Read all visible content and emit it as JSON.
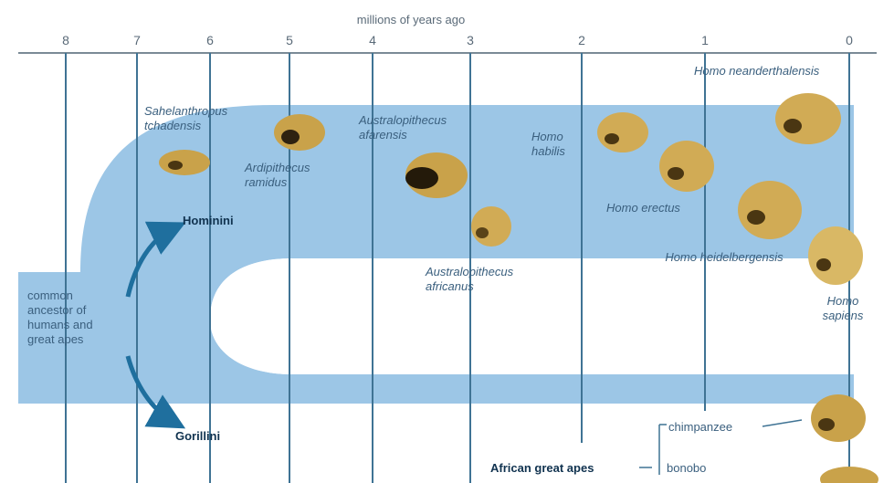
{
  "axis": {
    "title": "millions of years ago",
    "ticks": [
      "8",
      "7",
      "6",
      "5",
      "4",
      "3",
      "2",
      "1",
      "0"
    ]
  },
  "ancestor_label": "common ancestor of humans and great apes",
  "hominini_label": "Hominini",
  "gorillini_label": "Gorillini",
  "species": [
    {
      "key": "sahelanthropus",
      "label": "Sahelanthropus tchadensis"
    },
    {
      "key": "ardipithecus",
      "label": "Ardipithecus ramidus"
    },
    {
      "key": "afarensis",
      "label": "Australopithecus afarensis"
    },
    {
      "key": "africanus",
      "label": "Australopithecus africanus"
    },
    {
      "key": "habilis",
      "label": "Homo habilis"
    },
    {
      "key": "erectus",
      "label": "Homo erectus"
    },
    {
      "key": "neanderthalensis",
      "label": "Homo neanderthalensis"
    },
    {
      "key": "heidelbergensis",
      "label": "Homo heidelbergensis"
    },
    {
      "key": "sapiens",
      "label": "Homo sapiens"
    }
  ],
  "great_apes": {
    "group_label": "African great apes",
    "chimpanzee": "chimpanzee",
    "bonobo": "bonobo"
  },
  "colors": {
    "band": "#9cc6e6",
    "line": "#3f7394",
    "arrow": "#1f6f9e",
    "text": "#3a5f7e",
    "skull": "#c9a24a"
  }
}
